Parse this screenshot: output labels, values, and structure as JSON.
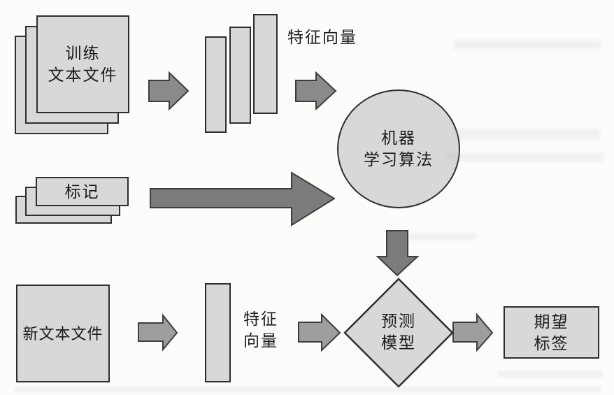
{
  "palette": {
    "background": "#fcfcfb",
    "shape_fill": "#d8d8d6",
    "shape_border": "#2e2e2e",
    "arrow_medium": "#8a8a8a",
    "arrow_dark": "#7c7c7c",
    "arrow_light": "#9e9e9c",
    "arrow_border": "#3e3e3e",
    "text_color": "#1a1a1a"
  },
  "nodes": {
    "training_docs": {
      "line1": "训练",
      "line2": "文本文件"
    },
    "feature_vectors_top_label": "特征向量",
    "ml_algorithm": {
      "line1": "机器",
      "line2": "学习算法"
    },
    "labels_stack": {
      "label": "标记"
    },
    "new_doc": {
      "label": "新文本文件"
    },
    "feature_vector_bottom": {
      "line1": "特征",
      "line2": "向量"
    },
    "prediction_model": {
      "line1": "预测",
      "line2": "模型"
    },
    "expected_label": {
      "line1": "期望",
      "line2": "标签"
    }
  },
  "edges": [
    {
      "from": "training_docs",
      "to": "feature_vectors"
    },
    {
      "from": "feature_vectors",
      "to": "ml_algorithm"
    },
    {
      "from": "labels_stack",
      "to": "ml_algorithm"
    },
    {
      "from": "ml_algorithm",
      "to": "prediction_model"
    },
    {
      "from": "new_doc",
      "to": "feature_vector"
    },
    {
      "from": "feature_vector",
      "to": "prediction_model"
    },
    {
      "from": "prediction_model",
      "to": "expected_label"
    }
  ]
}
